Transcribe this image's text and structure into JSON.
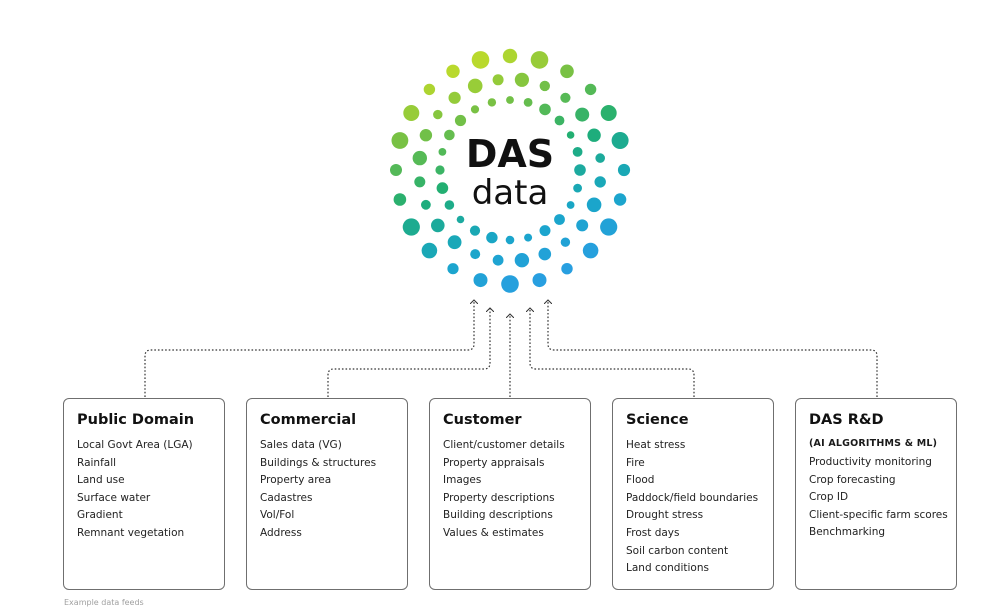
{
  "logo": {
    "title": "DAS",
    "subtitle": "data",
    "gradient_colors": [
      "#dce621",
      "#7cc242",
      "#1fae74",
      "#19a6c9",
      "#2b9ee5"
    ]
  },
  "boxes": [
    {
      "title": "Public Domain",
      "items": [
        "Local Govt Area (LGA)",
        "Rainfall",
        "Land use",
        "Surface water",
        "Gradient",
        "Remnant vegetation"
      ]
    },
    {
      "title": "Commercial",
      "items": [
        "Sales data (VG)",
        "Buildings & structures",
        "Property area",
        "Cadastres",
        "Vol/Fol",
        "Address"
      ]
    },
    {
      "title": "Customer",
      "items": [
        "Client/customer details",
        "Property appraisals",
        "Images",
        "Property descriptions",
        "Building descriptions",
        "Values & estimates"
      ]
    },
    {
      "title": "Science",
      "items": [
        "Heat stress",
        "Fire",
        "Flood",
        "Paddock/field boundaries",
        "Drought stress",
        "Frost days",
        "Soil carbon content",
        "Land conditions"
      ]
    },
    {
      "title": "DAS R&D",
      "subtitle": "(AI ALGORITHMS & ML)",
      "items": [
        "Productivity monitoring",
        "Crop forecasting",
        "Crop ID",
        "Client-specific farm scores",
        "Benchmarking"
      ]
    }
  ],
  "footnote": "Example data feeds"
}
